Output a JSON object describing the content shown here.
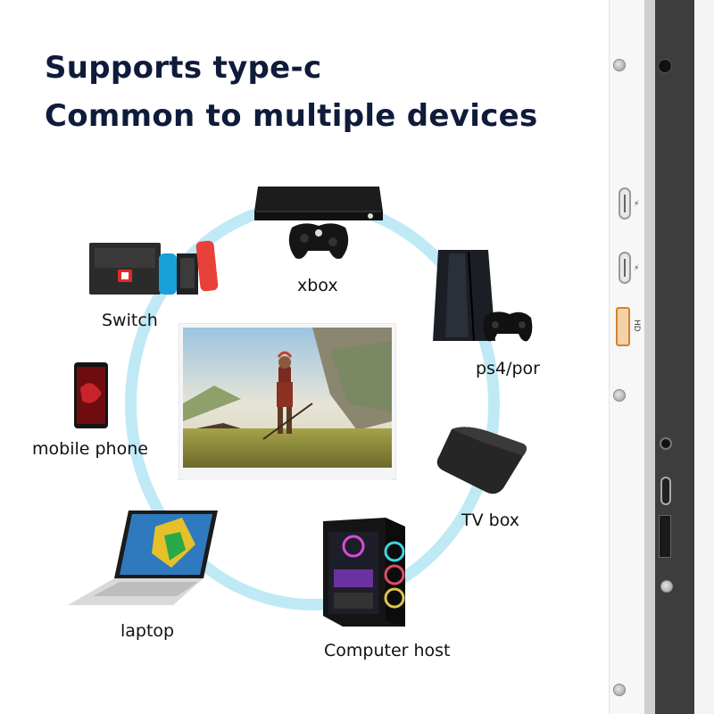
{
  "headline": {
    "line1": "Supports type-c",
    "line2": "Common to multiple devices"
  },
  "devices": {
    "xbox": "xbox",
    "switch": "Switch",
    "ps4": "ps4/por",
    "mobile": "mobile phone",
    "tvbox": "TV box",
    "laptop": "laptop",
    "computer": "Computer host"
  },
  "side_panel": {
    "hdmi_label": "HD"
  },
  "colors": {
    "headline": "#0f1b3a",
    "ring": "#bfeaf5",
    "hdmi_port": "#d6822b"
  }
}
